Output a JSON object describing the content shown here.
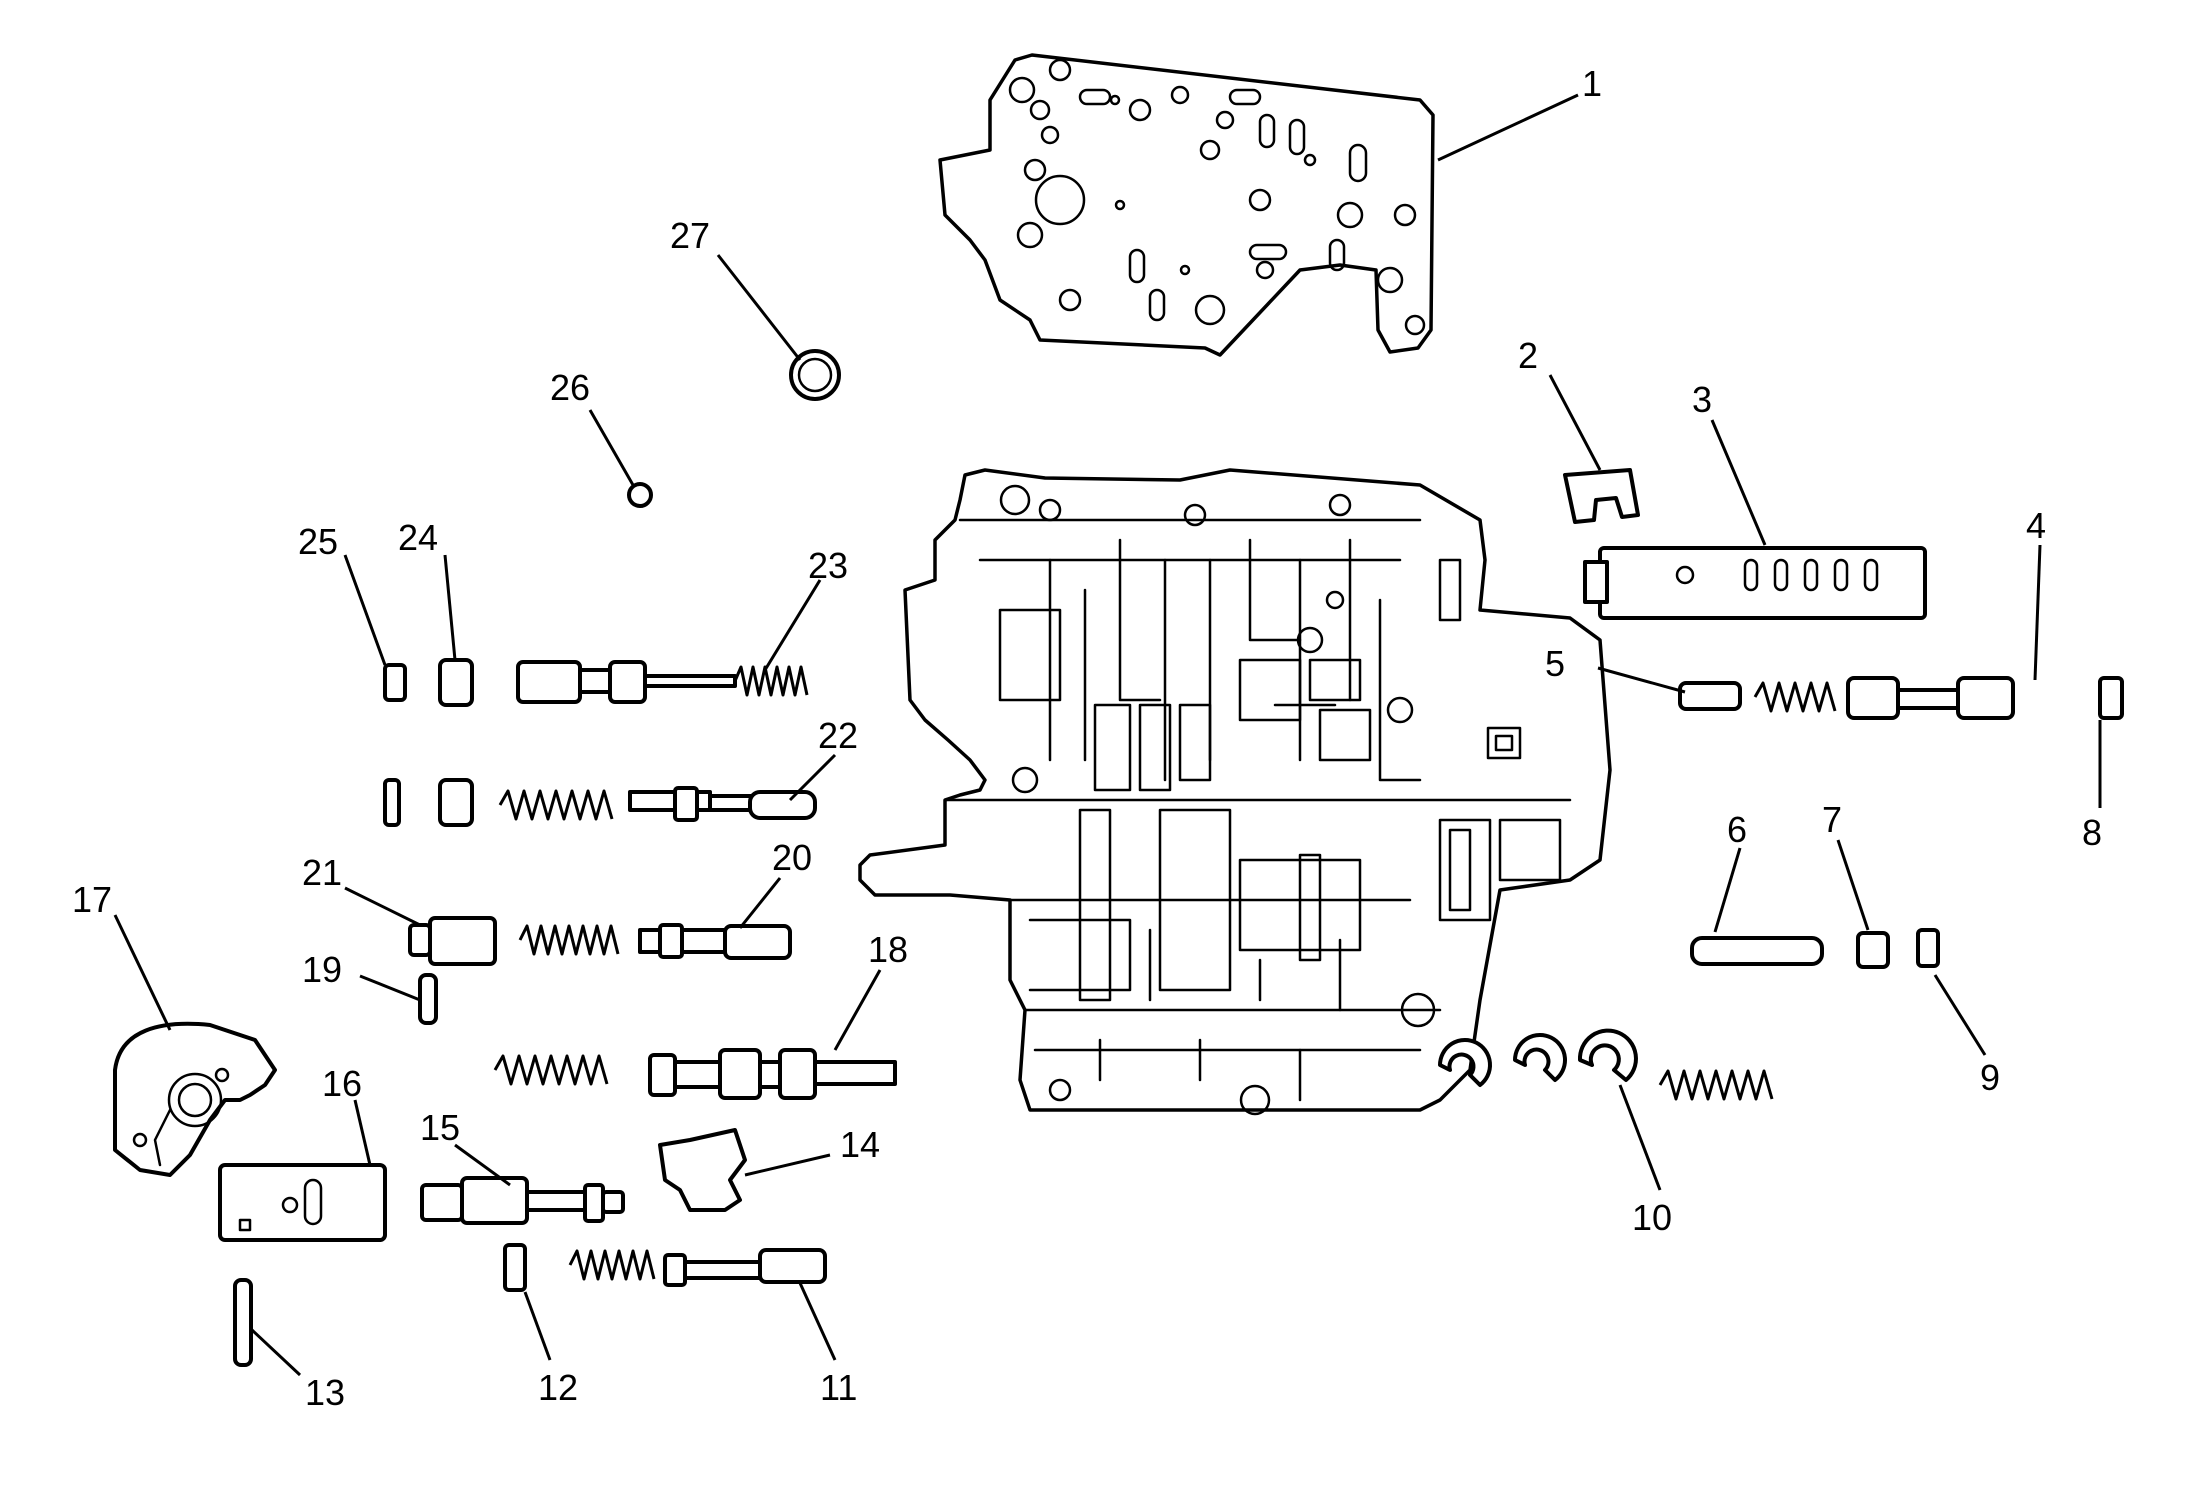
{
  "diagram": {
    "callouts": [
      {
        "id": "1",
        "text": "1"
      },
      {
        "id": "2",
        "text": "2"
      },
      {
        "id": "3",
        "text": "3"
      },
      {
        "id": "4",
        "text": "4"
      },
      {
        "id": "5",
        "text": "5"
      },
      {
        "id": "6",
        "text": "6"
      },
      {
        "id": "7",
        "text": "7"
      },
      {
        "id": "8",
        "text": "8"
      },
      {
        "id": "9",
        "text": "9"
      },
      {
        "id": "10",
        "text": "10"
      },
      {
        "id": "11",
        "text": "11"
      },
      {
        "id": "12",
        "text": "12"
      },
      {
        "id": "13",
        "text": "13"
      },
      {
        "id": "14",
        "text": "14"
      },
      {
        "id": "15",
        "text": "15"
      },
      {
        "id": "16",
        "text": "16"
      },
      {
        "id": "17",
        "text": "17"
      },
      {
        "id": "18",
        "text": "18"
      },
      {
        "id": "19",
        "text": "19"
      },
      {
        "id": "20",
        "text": "20"
      },
      {
        "id": "21",
        "text": "21"
      },
      {
        "id": "22",
        "text": "22"
      },
      {
        "id": "23",
        "text": "23"
      },
      {
        "id": "24",
        "text": "24"
      },
      {
        "id": "25",
        "text": "25"
      },
      {
        "id": "26",
        "text": "26"
      },
      {
        "id": "27",
        "text": "27"
      }
    ]
  },
  "colors": {
    "line": "#000000",
    "background": "#ffffff"
  }
}
